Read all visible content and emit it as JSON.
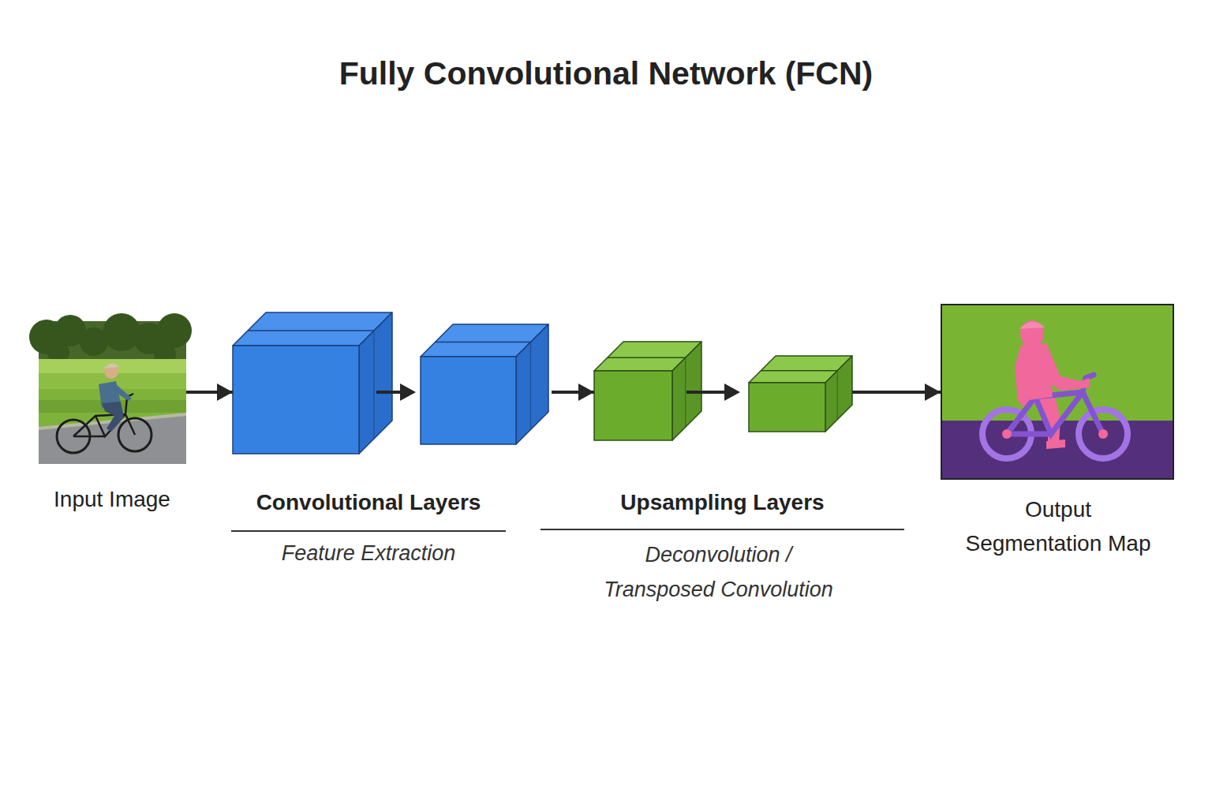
{
  "diagram": {
    "title": "Fully Convolutional Network (FCN)",
    "nodes": [
      {
        "text": [
          "Input Image"
        ]
      },
      {
        "text": [
          "Convolutional Layers",
          "Feature Extraction"
        ]
      },
      {
        "text": [
          "Upsampling Layers",
          "Deconvolution / Transposed Convolution"
        ]
      },
      {
        "text": [
          "Output Segmentation Map"
        ]
      }
    ],
    "edges": [
      {
        "from": 0,
        "to": 1,
        "arrow": "to"
      },
      {
        "from": 1,
        "to": 2,
        "arrow": "to"
      },
      {
        "from": 2,
        "to": 3,
        "arrow": "to"
      }
    ]
  }
}
